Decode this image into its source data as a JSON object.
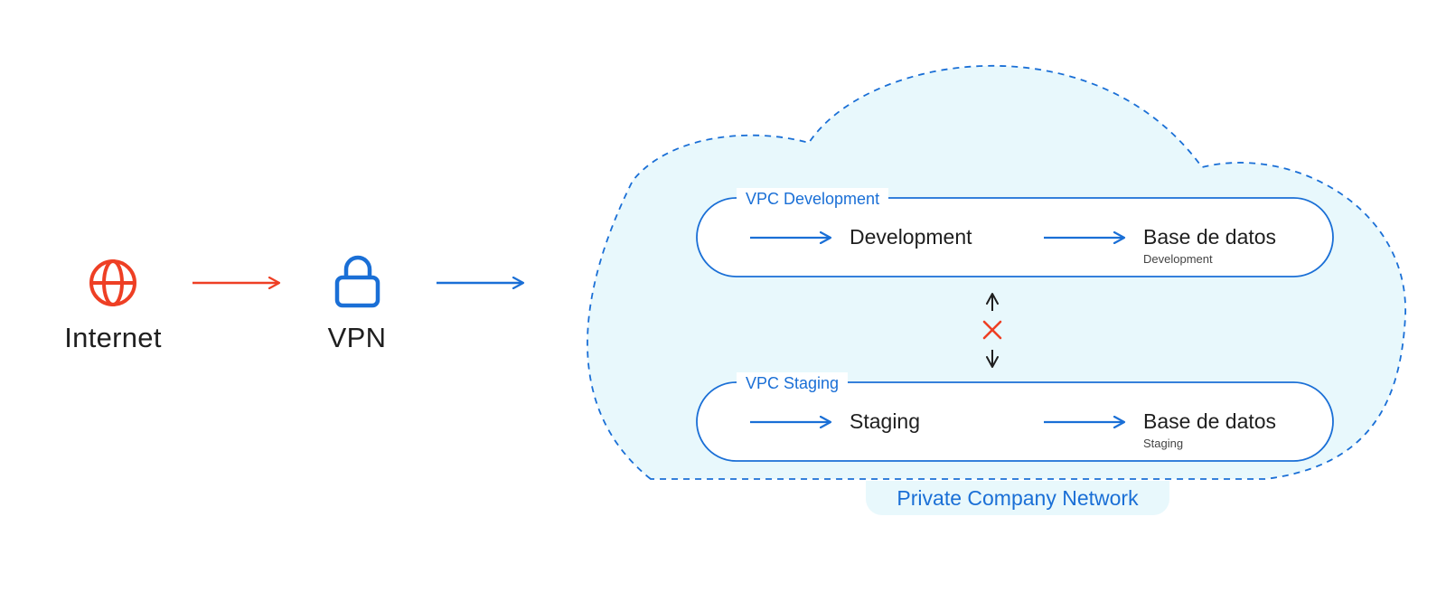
{
  "colors": {
    "accent_blue": "#1a6fd6",
    "danger_red": "#ee3f24",
    "cloud_fill": "#e8f8fc",
    "text_dark": "#1f1f1f"
  },
  "nodes": {
    "internet": {
      "label": "Internet",
      "icon": "globe-icon"
    },
    "vpn": {
      "label": "VPN",
      "icon": "lock-icon"
    }
  },
  "network": {
    "label": "Private Company Network"
  },
  "vpcs": [
    {
      "label": "VPC Development",
      "service": "Development",
      "database": "Base de datos",
      "database_env": "Development"
    },
    {
      "label": "VPC Staging",
      "service": "Staging",
      "database": "Base de datos",
      "database_env": "Staging"
    }
  ],
  "isolation": {
    "icons": [
      "arrow-up-icon",
      "blocked-x-icon",
      "arrow-down-icon"
    ]
  }
}
